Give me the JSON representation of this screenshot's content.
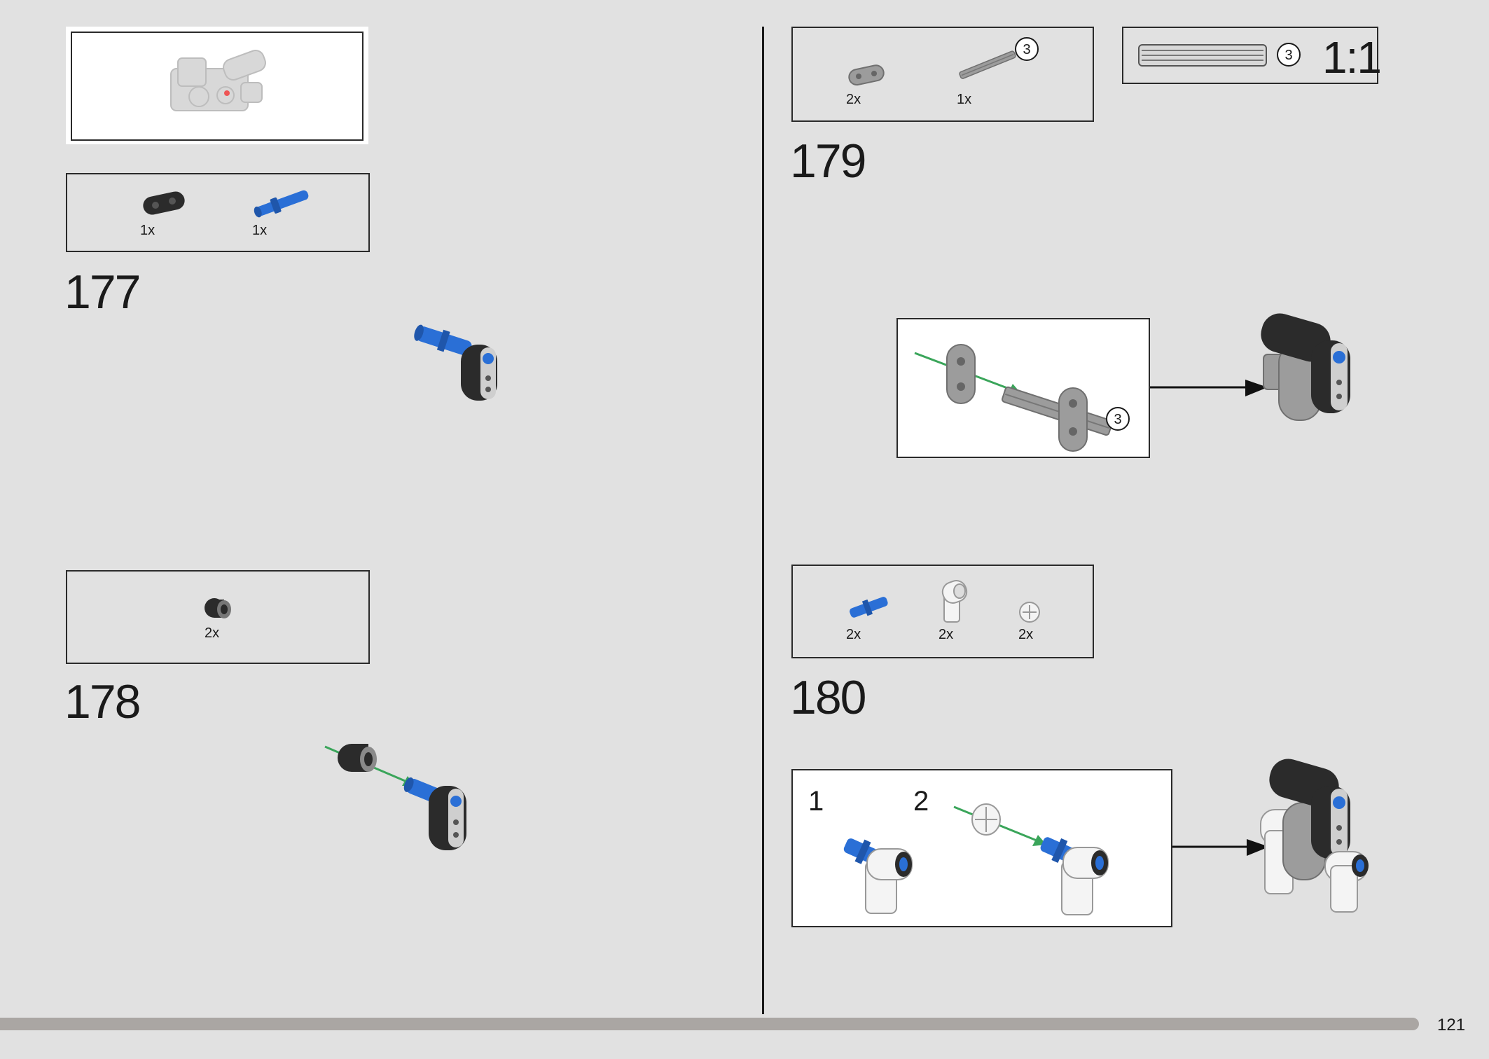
{
  "page": {
    "number": "121"
  },
  "scale_box": {
    "callout": "3",
    "ratio": "1:1"
  },
  "left": {
    "step177": {
      "number": "177",
      "parts": [
        {
          "qty": "1x",
          "icon": "black-beam-connector-icon"
        },
        {
          "qty": "1x",
          "icon": "blue-long-pin-icon"
        }
      ]
    },
    "step178": {
      "number": "178",
      "parts": [
        {
          "qty": "2x",
          "icon": "black-bush-icon"
        }
      ]
    }
  },
  "right": {
    "step179": {
      "number": "179",
      "parts": [
        {
          "qty": "2x",
          "icon": "gray-beam-icon"
        },
        {
          "qty": "1x",
          "icon": "gray-axle-3-icon",
          "callout": "3"
        }
      ],
      "sub_callout": "3"
    },
    "step180": {
      "number": "180",
      "parts": [
        {
          "qty": "2x",
          "icon": "blue-axle-pin-icon"
        },
        {
          "qty": "2x",
          "icon": "white-angle-connector-icon"
        },
        {
          "qty": "2x",
          "icon": "white-bush-icon"
        }
      ],
      "substeps": [
        "1",
        "2"
      ]
    }
  },
  "colors": {
    "background": "#e1e1e1",
    "frame": "#2a2a2a",
    "black_part": "#2b2b2b",
    "blue_part": "#2a6fd6",
    "gray_part": "#9c9c9c",
    "white_part": "#f2f2f2",
    "green_arrow": "#3aa55a",
    "bar": "#aaa6a3"
  }
}
